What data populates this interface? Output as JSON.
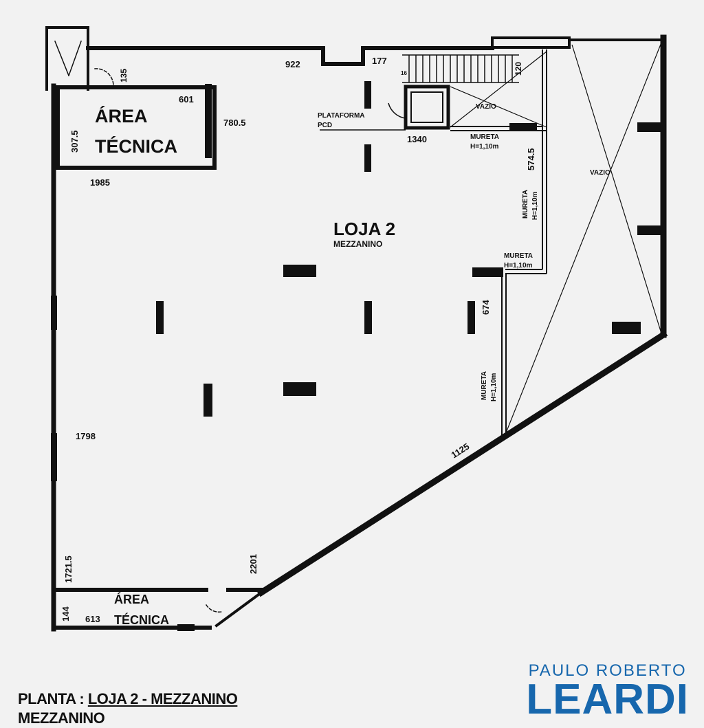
{
  "plan": {
    "rooms": {
      "area_tecnica_top_1": "ÁREA",
      "area_tecnica_top_2": "TÉCNICA",
      "loja": "LOJA 2",
      "loja_sub": "MEZZANINO",
      "area_tecnica_bottom_1": "ÁREA",
      "area_tecnica_bottom_2": "TÉCNICA",
      "plataforma_1": "PLATAFORMA",
      "plataforma_2": "PCD",
      "vazio_small": "VAZIO",
      "vazio_large": "VAZIO"
    },
    "mureta": {
      "label": "MURETA",
      "height": "H=1,10m"
    },
    "dimensions": {
      "d922": "922",
      "d177": "177",
      "d135": "135",
      "d120": "120",
      "d601": "601",
      "d780_5": "780.5",
      "d307_5": "307.5",
      "d1985": "1985",
      "d1340": "1340",
      "d574_5": "574.5",
      "d674": "674",
      "d1798": "1798",
      "d1125": "1125",
      "d1721_5": "1721.5",
      "d2201": "2201",
      "d144": "144",
      "d613": "613",
      "d16": "16"
    }
  },
  "footer": {
    "prefix": "PLANTA : ",
    "title": "LOJA 2 - MEZZANINO",
    "subtitle": "MEZZANINO"
  },
  "logo": {
    "top": "PAULO ROBERTO",
    "name": "LEARDI",
    "color": "#1767ad"
  }
}
